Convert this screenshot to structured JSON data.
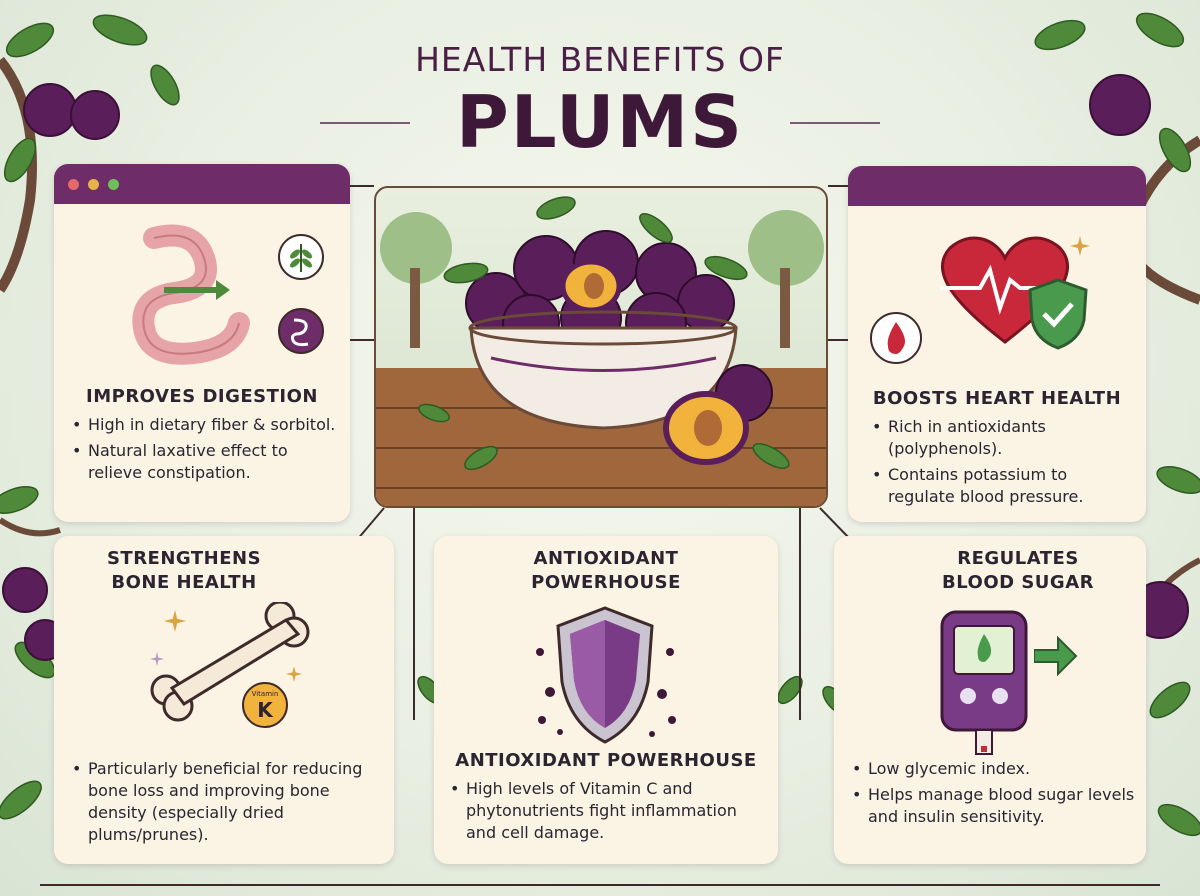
{
  "title": {
    "line1": "HEALTH BENEFITS OF",
    "line2": "PLUMS"
  },
  "cards": {
    "digestion": {
      "heading": "IMPROVES DIGESTION",
      "bullets": [
        "High in dietary fiber & sorbitol.",
        "Natural laxative effect to relieve constipation."
      ],
      "icons": [
        "intestine-icon",
        "leaf-icon",
        "gut-icon"
      ]
    },
    "heart": {
      "heading": "BOOSTS HEART HEALTH",
      "bullets": [
        "Rich in antioxidants (polyphenols).",
        "Contains potassium to regulate blood pressure."
      ],
      "icons": [
        "heart-icon",
        "heartbeat-line-icon",
        "shield-check-icon",
        "blood-drop-icon"
      ]
    },
    "bone": {
      "heading_line1": "STRENGTHENS",
      "heading_line2": "BONE HEALTH",
      "bullets": [
        "Particularly beneficial for reducing bone loss and improving bone density (especially dried plums/prunes)."
      ],
      "vitamin_badge_small": "Vitamin",
      "vitamin_badge_letter": "K",
      "icons": [
        "bone-icon",
        "sparkle-icon",
        "vitamin-k-badge-icon"
      ]
    },
    "antioxidant": {
      "heading_line1": "ANTIOXIDANT",
      "heading_line2": "POWERHOUSE",
      "subheading": "ANTIOXIDANT POWERHOUSE",
      "bullets": [
        "High levels of Vitamin C and phytonutrients fight inflammation and cell damage."
      ],
      "icons": [
        "shield-icon"
      ]
    },
    "blood_sugar": {
      "heading_line1": "REGULATES",
      "heading_line2": "BLOOD SUGAR",
      "bullets": [
        "Low glycemic index.",
        "Helps manage blood sugar levels and insulin sensitivity."
      ],
      "icons": [
        "glucose-meter-icon",
        "arrow-right-icon"
      ]
    }
  },
  "illustration": {
    "subject": "plum-bowl-icon"
  },
  "colors": {
    "plum": "#5a1f5a",
    "accent": "#6e2c68",
    "card_bg": "#fbf3e4",
    "leaf": "#4f8a3a",
    "heart_red": "#c9283b",
    "shield_green": "#4a9a4e"
  }
}
